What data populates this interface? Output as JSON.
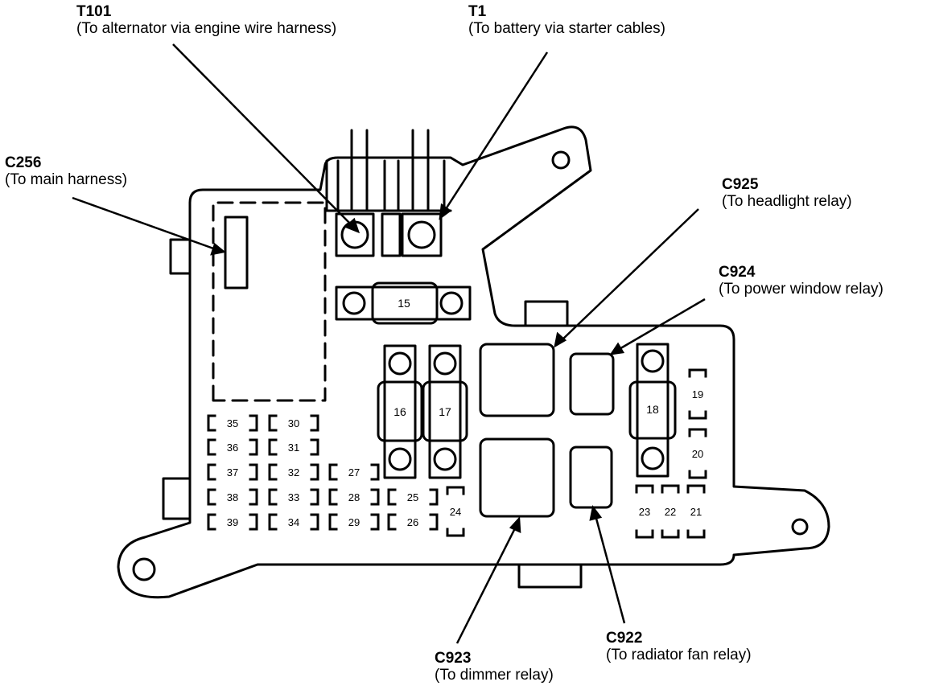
{
  "callouts": {
    "t101": {
      "code": "T101",
      "desc": "(To alternator via engine wire harness)"
    },
    "t1": {
      "code": "T1",
      "desc": "(To battery via starter cables)"
    },
    "c256": {
      "code": "C256",
      "desc": "(To main harness)"
    },
    "c925": {
      "code": "C925",
      "desc": "(To headlight relay)"
    },
    "c924": {
      "code": "C924",
      "desc": "(To power window relay)"
    },
    "c923": {
      "code": "C923",
      "desc": "(To dimmer relay)"
    },
    "c922": {
      "code": "C922",
      "desc": "(To radiator fan relay)"
    }
  },
  "fuses": {
    "large": [
      "15",
      "16",
      "17",
      "18"
    ],
    "small": [
      "19",
      "20",
      "21",
      "22",
      "23",
      "24",
      "25",
      "26",
      "27",
      "28",
      "29",
      "30",
      "31",
      "32",
      "33",
      "34",
      "35",
      "36",
      "37",
      "38",
      "39"
    ]
  }
}
